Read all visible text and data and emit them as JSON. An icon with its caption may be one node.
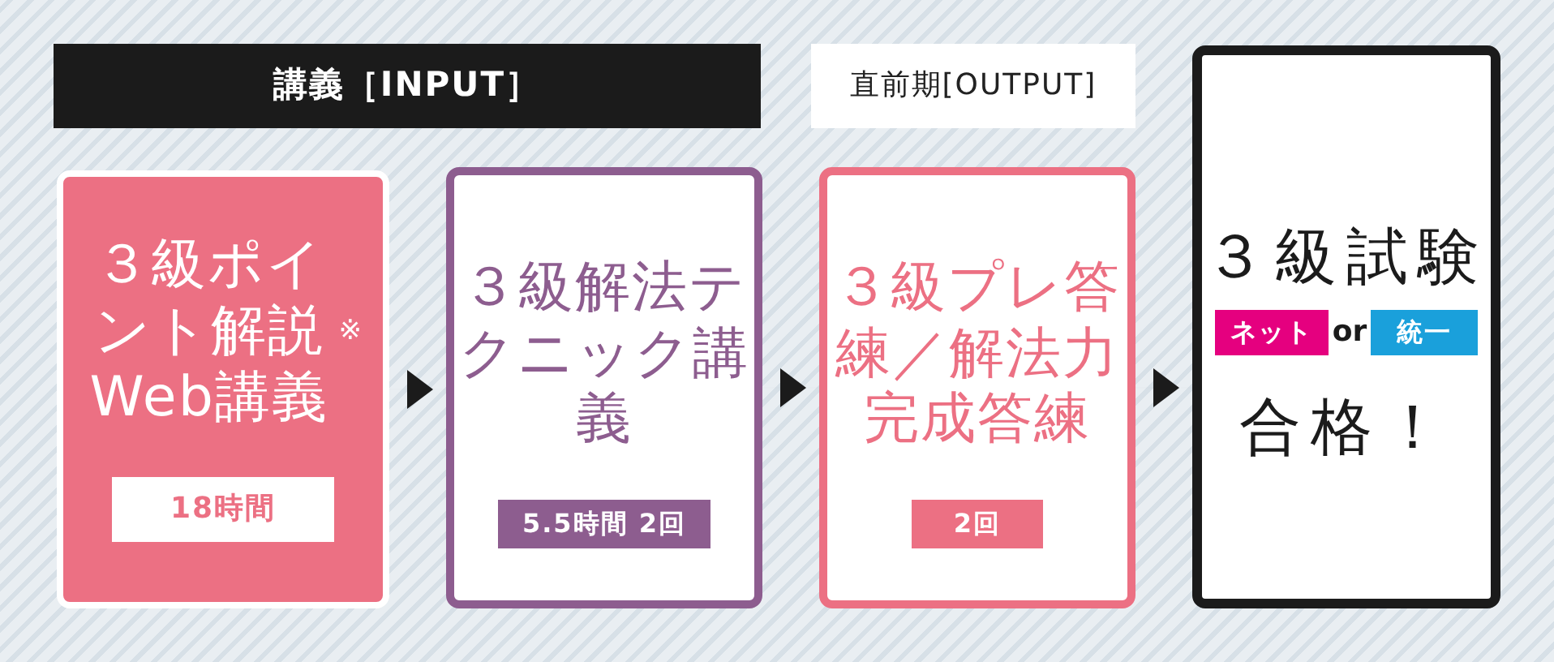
{
  "diagram": {
    "nodes": [
      {
        "text": [
          "講義［INPUT］"
        ]
      },
      {
        "text": [
          "直前期[OUTPUT]"
        ]
      },
      {
        "text": [
          "３級ポイント解説Web講義$^{※}$"
        ]
      },
      {
        "text": [
          "18時間"
        ],
        "in": 2
      },
      {
        "text": [
          "３級解法テクニック講義"
        ]
      },
      {
        "text": [
          "5.5時間 2回"
        ],
        "in": 4
      },
      {
        "text": [
          "３級プレ答練／解法力完成答練"
        ]
      },
      {
        "text": [
          "2回"
        ],
        "in": 6
      },
      {
        "text": [
          "３級試験",
          "or",
          "合格！"
        ]
      },
      {
        "text": [
          "ネット"
        ],
        "in": 8
      },
      {
        "text": [
          "統一"
        ],
        "in": 8
      }
    ],
    "edges": [
      {
        "from": 2,
        "to": 4,
        "arrow": "to"
      },
      {
        "from": 4,
        "to": 6,
        "arrow": "to"
      },
      {
        "from": 6,
        "to": 8,
        "arrow": "to"
      }
    ]
  }
}
